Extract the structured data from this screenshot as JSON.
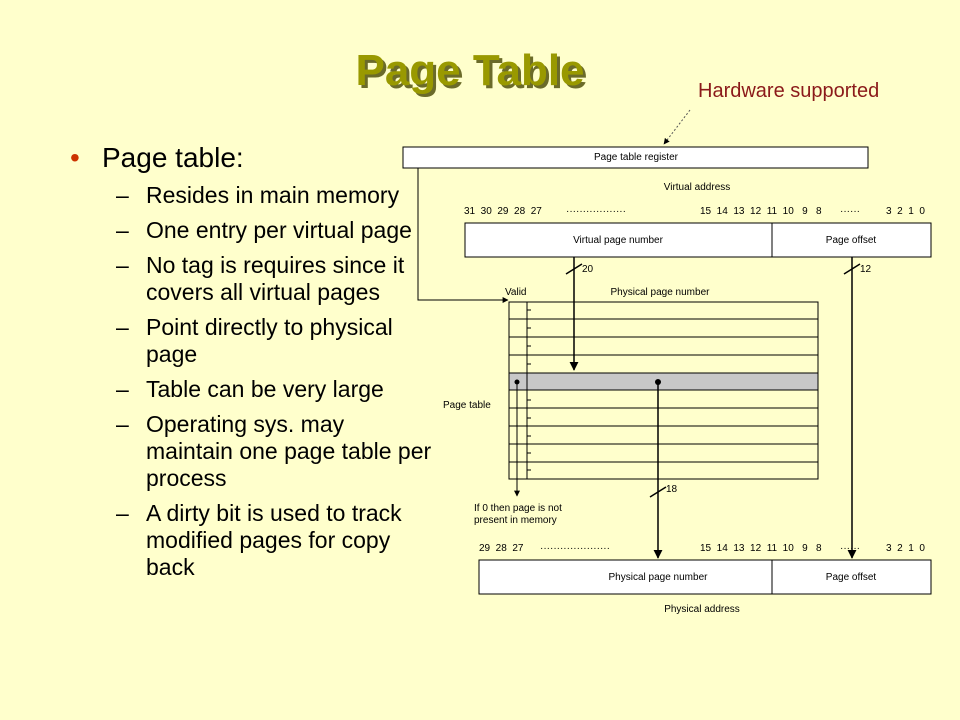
{
  "title": "Page Table",
  "annotation": "Hardware supported",
  "bullet": {
    "label": "Page table:",
    "items": [
      "Resides in main memory",
      "One entry per virtual page",
      "No tag is requires since it covers all virtual pages",
      "Point directly to physical page",
      "Table can be very large",
      "Operating sys. may maintain one page table per process",
      "A dirty bit is used to track modified pages for copy back"
    ]
  },
  "diagram": {
    "register_label": "Page table register",
    "virtual_address_label": "Virtual address",
    "va_bits_high": "31  30  29  28  27",
    "va_bits_mid": "15  14  13  12  11  10   9   8",
    "va_bits_low": "3  2  1  0",
    "vpn_label": "Virtual page number",
    "offset_label": "Page offset",
    "vpn_width": "20",
    "offset_width": "12",
    "valid_label": "Valid",
    "ppn_col_label": "Physical page number",
    "page_table_label": "Page table",
    "ppn_width": "18",
    "invalid_note_line1": "If 0 then page is not",
    "invalid_note_line2": "present in memory",
    "pa_bits_high": "29  28  27",
    "pa_bits_mid": "15  14  13  12  11  10   9   8",
    "pa_bits_low": "3  2  1  0",
    "ppn_label": "Physical page number",
    "pa_offset_label": "Page offset",
    "physical_address_label": "Physical address"
  },
  "colors": {
    "background": "#FFFFCC",
    "title": "#999900",
    "annotation": "#8B1A1A",
    "bullet_dot": "#cc3300",
    "highlight_row": "#C8C8C8"
  }
}
